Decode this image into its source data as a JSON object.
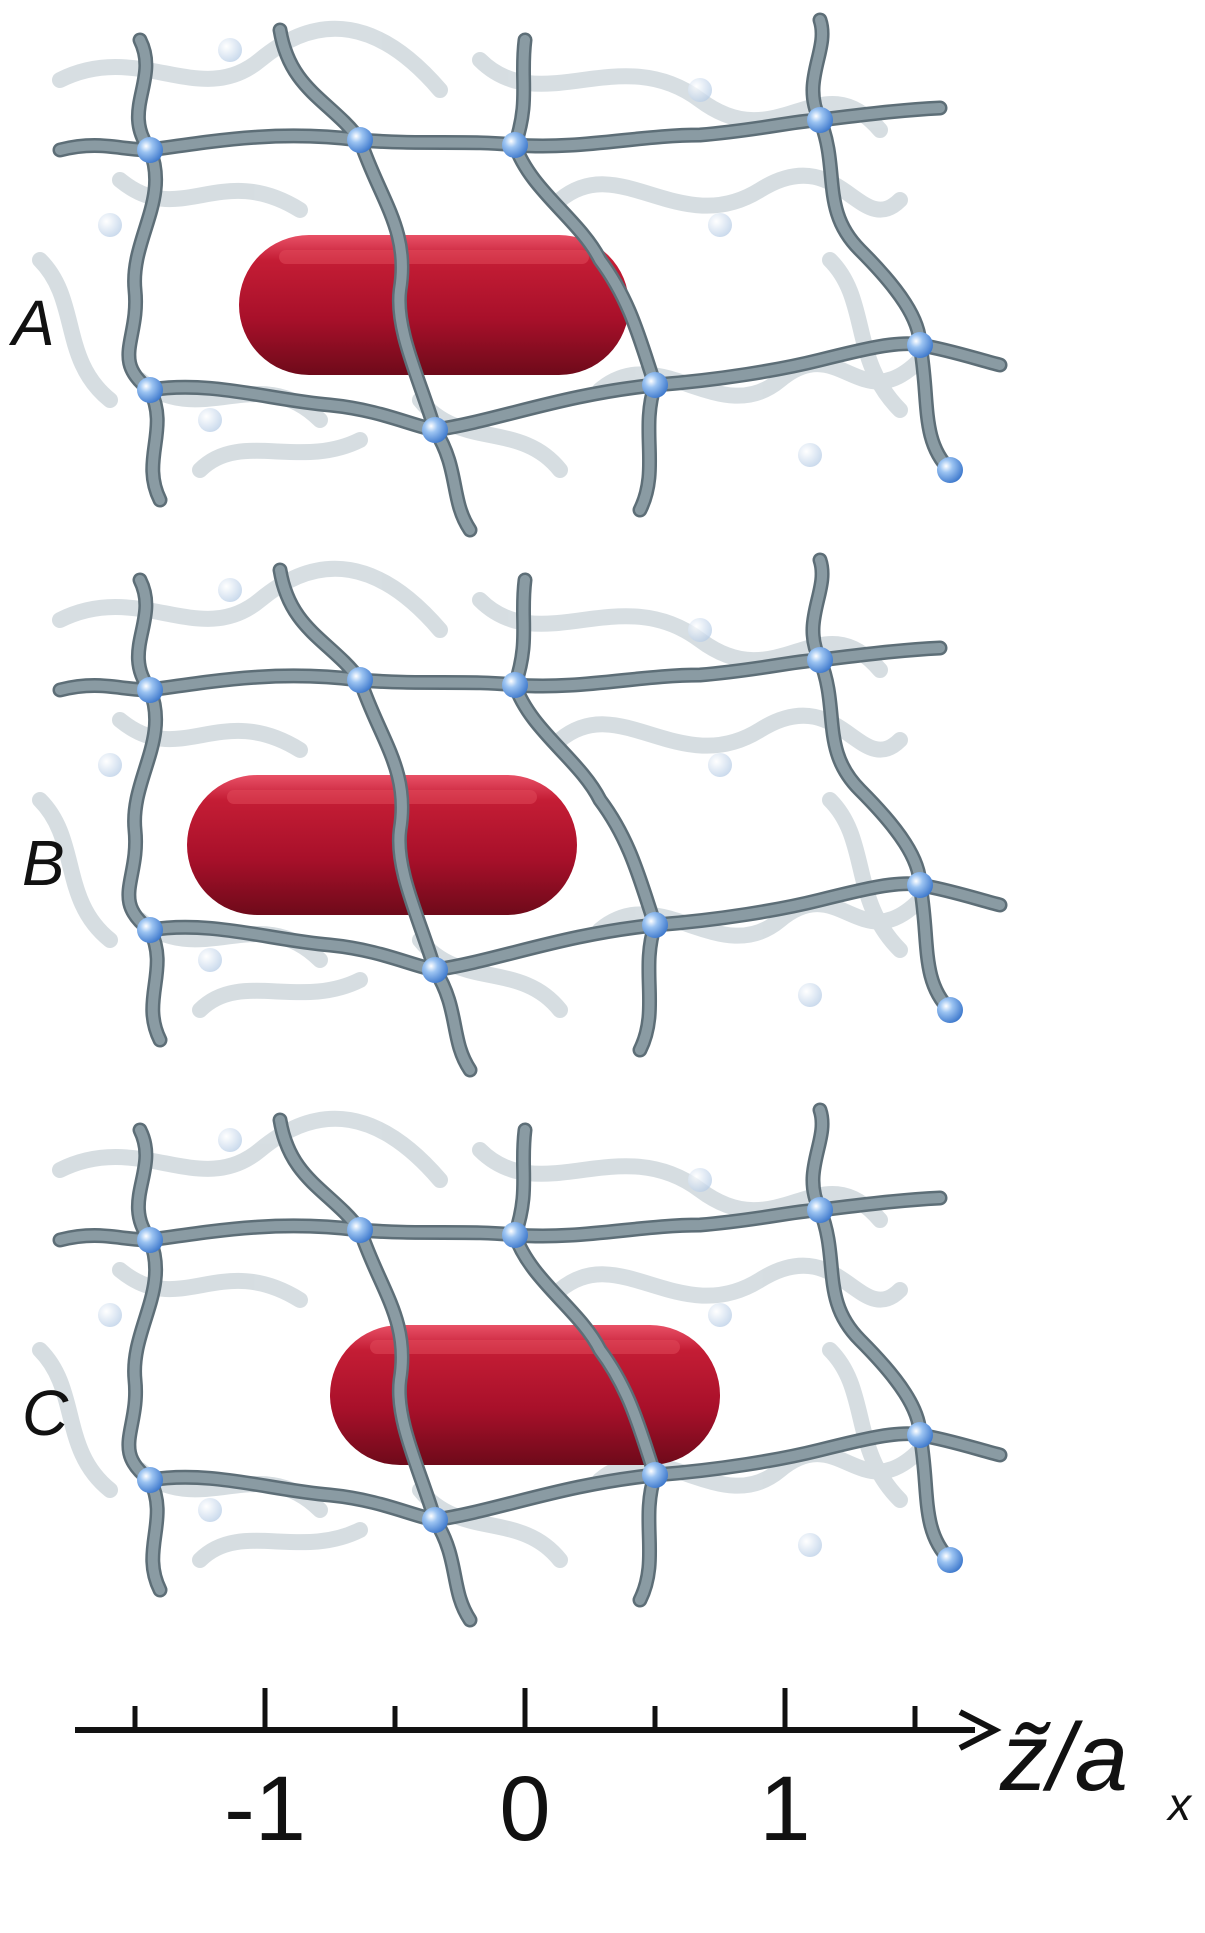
{
  "panels": [
    {
      "label": "A",
      "rod_offset": -0.35
    },
    {
      "label": "B",
      "rod_offset": -0.55
    },
    {
      "label": "C",
      "rod_offset": 0.0
    }
  ],
  "axis": {
    "label_main": "z̃/a",
    "label_sub": "x",
    "ticks": [
      {
        "value": -1,
        "label": "-1"
      },
      {
        "value": 0,
        "label": "0"
      },
      {
        "value": 1,
        "label": "1"
      }
    ]
  },
  "colors": {
    "rod": "#b3142a",
    "rod_highlight": "#e0485a",
    "polymer": "#8a9ba3",
    "polymer_back": "#c6d0d5",
    "node": "#6fa6e8",
    "axis": "#111111"
  }
}
